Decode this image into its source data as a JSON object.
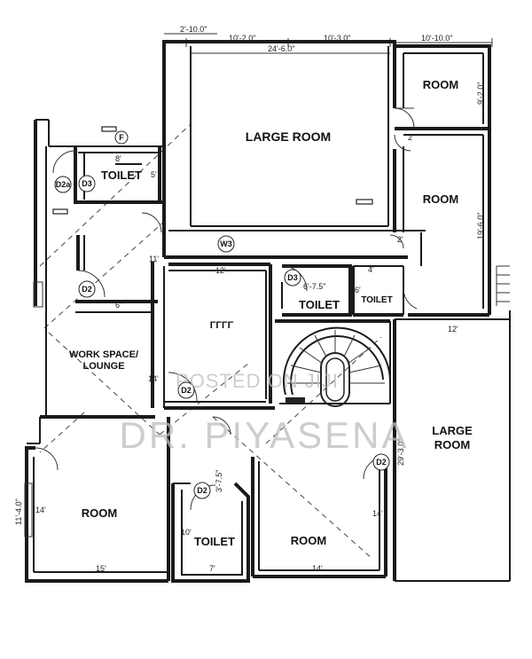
{
  "rooms": {
    "large_room_top": "LARGE ROOM",
    "room_top_right": "ROOM",
    "room_right": "ROOM",
    "toilet_top_left": "TOILET",
    "toilet_center": "TOILET",
    "toilet_right": "TOILET",
    "work_space_line1": "WORK SPACE/",
    "work_space_line2": "LOUNGE",
    "large_room_right_line1": "LARGE",
    "large_room_right_line2": "ROOM",
    "room_bottom_left": "ROOM",
    "toilet_bottom": "TOILET",
    "room_bottom_center": "ROOM",
    "center_scribble": "ΓΓΓΓ"
  },
  "dimensions": {
    "top_offset": "2'-10.0\"",
    "top_10_2": "10'-2.0\"",
    "top_10_3": "10'-3.0\"",
    "top_10_10": "10'-10.0\"",
    "top_24_6": "24'-6.0\"",
    "right_9_2": "9'-2.0\"",
    "right_19_6": "19'-6.0\"",
    "door_2_a": "2'",
    "door_2_b": "2'",
    "toilet_8": "8'",
    "toilet_5": "5'",
    "left_11": "11'",
    "center_12": "12'",
    "stair_6_7_5": "6'-7.5\"",
    "center_4": "4'",
    "center_6": "6'",
    "left_6": "6'",
    "work_14": "14'",
    "right_12": "12'",
    "right_29_3": "29'-3.0\"",
    "left_11_4": "11'-4.0\"",
    "left_14": "14'",
    "bottom_15": "15'",
    "toilet_3_7_5": "3'-7.5\"",
    "toilet_10": "10'",
    "bottom_7": "7'",
    "bottom_14": "14'",
    "right_14": "14'"
  },
  "tags": {
    "d2a": "D2a",
    "d3_a": "D3",
    "d3_b": "D3",
    "d2_a": "D2",
    "d2_b": "D2",
    "d2_c": "D2",
    "d2_d": "D2",
    "w3": "W3",
    "f": "F"
  },
  "watermark": {
    "line1": "POSTED ON JIJI",
    "line2": "DR. PIYASENA"
  }
}
